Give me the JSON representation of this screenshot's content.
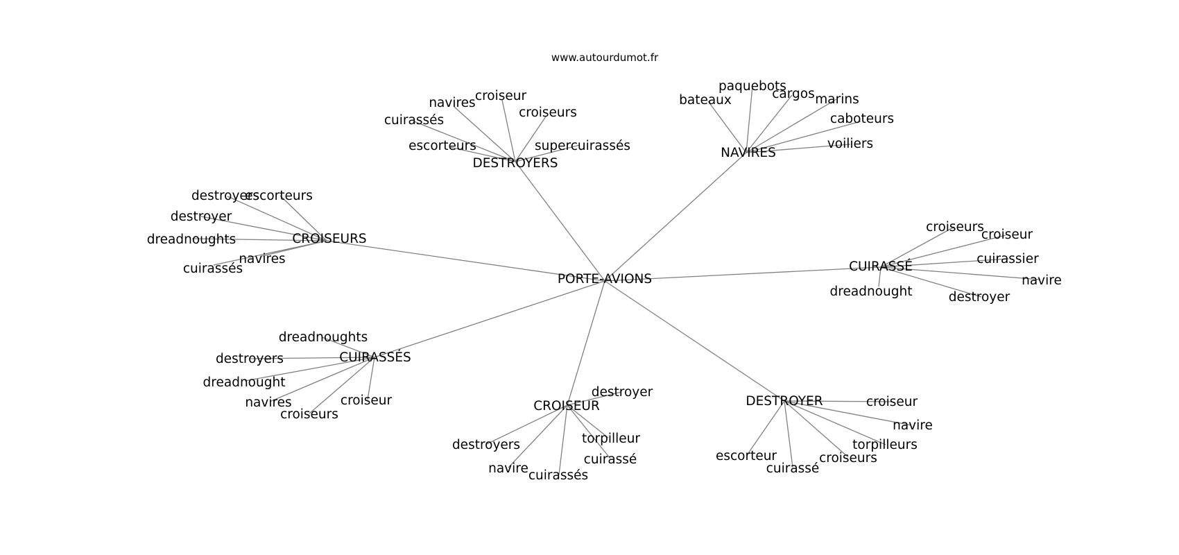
{
  "source": "www.autourdumot.fr",
  "center": "PORTE-AVIONS",
  "groups": [
    {
      "hub": "DESTROYERS",
      "leaves": [
        "croiseur",
        "navires",
        "cuirassés",
        "croiseurs",
        "escorteurs",
        "supercuirassés"
      ]
    },
    {
      "hub": "NAVIRES",
      "leaves": [
        "paquebots",
        "bateaux",
        "cargos",
        "marins",
        "caboteurs",
        "voiliers"
      ]
    },
    {
      "hub": "CROISEURS",
      "leaves": [
        "destroyers",
        "escorteurs",
        "destroyer",
        "dreadnoughts",
        "navires",
        "cuirassés"
      ]
    },
    {
      "hub": "CUIRASSÉ",
      "leaves": [
        "croiseurs",
        "croiseur",
        "cuirassier",
        "navire",
        "dreadnought",
        "destroyer"
      ]
    },
    {
      "hub": "CUIRASSÉS",
      "leaves": [
        "dreadnoughts",
        "destroyers",
        "dreadnought",
        "navires",
        "croiseur",
        "croiseurs"
      ]
    },
    {
      "hub": "CROISEUR",
      "leaves": [
        "destroyer",
        "torpilleur",
        "destroyers",
        "cuirassé",
        "navire",
        "cuirassés"
      ]
    },
    {
      "hub": "DESTROYER",
      "leaves": [
        "croiseur",
        "navire",
        "torpilleurs",
        "escorteur",
        "croiseurs",
        "cuirassé"
      ]
    }
  ]
}
